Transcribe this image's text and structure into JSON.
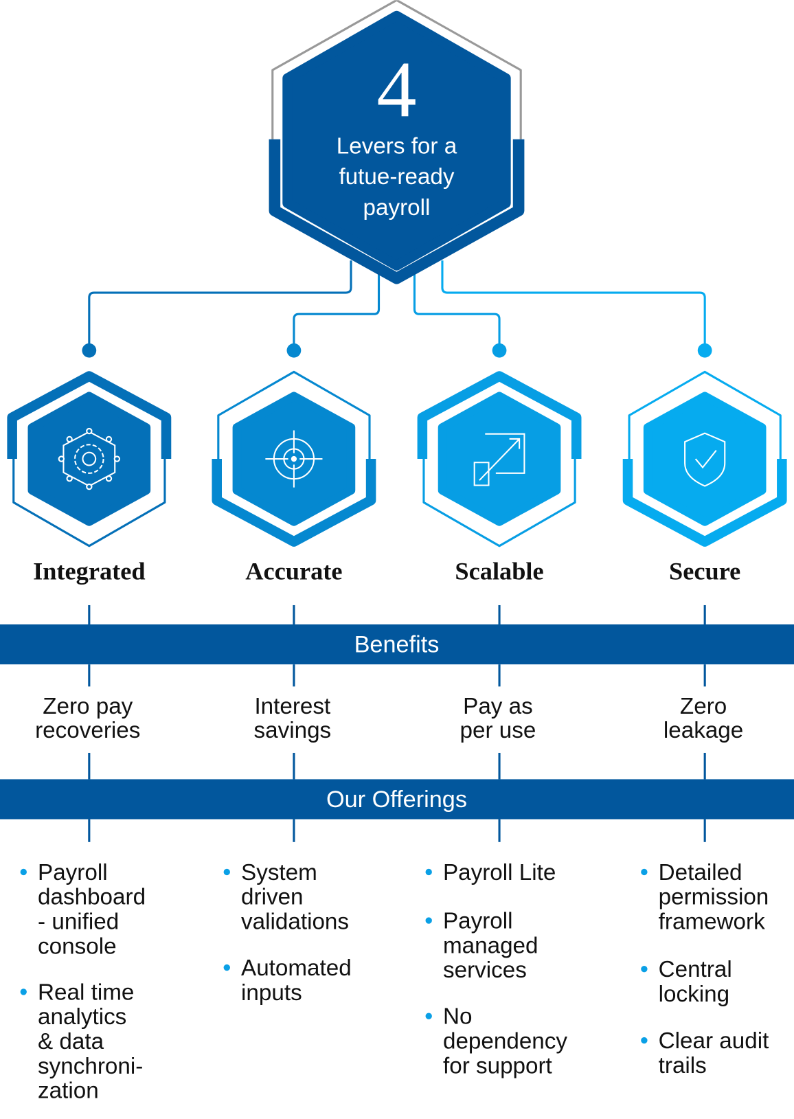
{
  "colors": {
    "navy": "#02579d",
    "integrated": "#0470b8",
    "accurate": "#0588d0",
    "scalable": "#079ee4",
    "secure": "#06abef",
    "gray": "#999999",
    "bullet": "#0aa0e6"
  },
  "hub": {
    "number": "4",
    "title_lines": [
      "Levers for a",
      "futue-ready",
      "payroll"
    ]
  },
  "levers": [
    {
      "name": "Integrated",
      "icon": "gear-network-icon",
      "benefit": [
        "Zero pay",
        "recoveries"
      ]
    },
    {
      "name": "Accurate",
      "icon": "target-icon",
      "benefit": [
        "Interest",
        "savings"
      ]
    },
    {
      "name": "Scalable",
      "icon": "scale-arrow-icon",
      "benefit": [
        "Pay as",
        "per use"
      ]
    },
    {
      "name": "Secure",
      "icon": "shield-check-icon",
      "benefit": [
        "Zero",
        "leakage"
      ]
    }
  ],
  "bars": {
    "benefits": "Benefits",
    "offerings": "Our Offerings"
  },
  "offerings": [
    [
      [
        "Payroll",
        "dashboard",
        "- unified",
        "console"
      ],
      [
        "Real time",
        "analytics",
        "& data",
        "synchroni-",
        "zation"
      ]
    ],
    [
      [
        "System",
        "driven",
        "validations"
      ],
      [
        "Automated",
        "inputs"
      ]
    ],
    [
      [
        "Payroll Lite"
      ],
      [
        "Payroll",
        "managed",
        "services"
      ],
      [
        "No",
        "dependency",
        "for support"
      ]
    ],
    [
      [
        "Detailed",
        "permission",
        "framework"
      ],
      [
        "Central",
        "locking"
      ],
      [
        "Clear audit",
        "trails"
      ]
    ]
  ]
}
